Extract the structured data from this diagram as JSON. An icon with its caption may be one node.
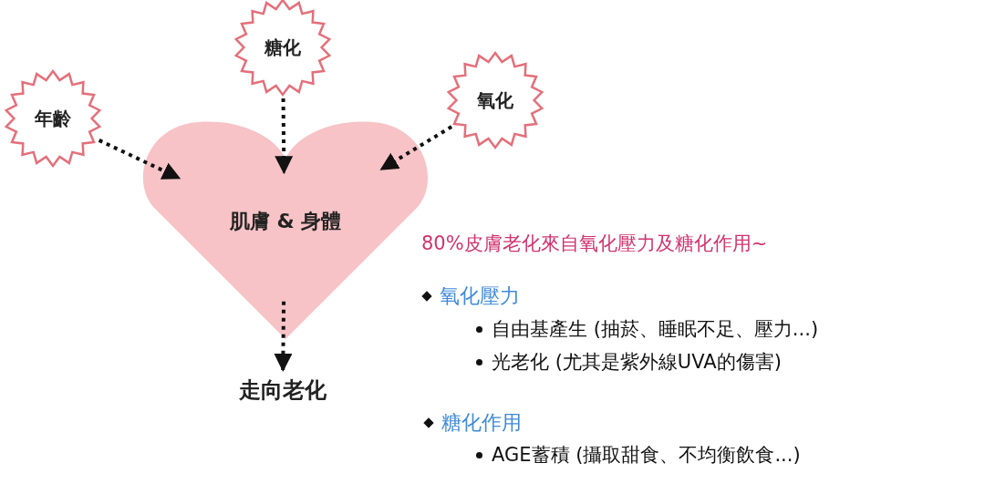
{
  "diagram": {
    "nodes": [
      {
        "text": [
          "年齡"
        ]
      },
      {
        "text": [
          "糖化"
        ]
      },
      {
        "text": [
          "氧化"
        ]
      },
      {
        "text": [
          "肌膚 & 身體"
        ]
      },
      {
        "text": [
          "走向老化"
        ]
      }
    ],
    "edges": [
      {
        "from": 0,
        "to": 3,
        "arrow": "to",
        "style": "dashed"
      },
      {
        "from": 1,
        "to": 3,
        "arrow": "to",
        "style": "dashed"
      },
      {
        "from": 2,
        "to": 3,
        "arrow": "to",
        "style": "dashed"
      },
      {
        "from": 3,
        "to": 4,
        "arrow": "to",
        "style": "dashed"
      }
    ],
    "labels": [
      "80%皮膚老化來自氧化壓力及糖化作用~",
      "氧化壓力",
      "自由基產生 (抽菸、睡眠不足、壓力...)",
      "光老化 (尤其是紫外線UVA的傷害)",
      "糖化作用",
      "AGE蓄積 (攝取甜食、不均衡飲食...)"
    ]
  }
}
